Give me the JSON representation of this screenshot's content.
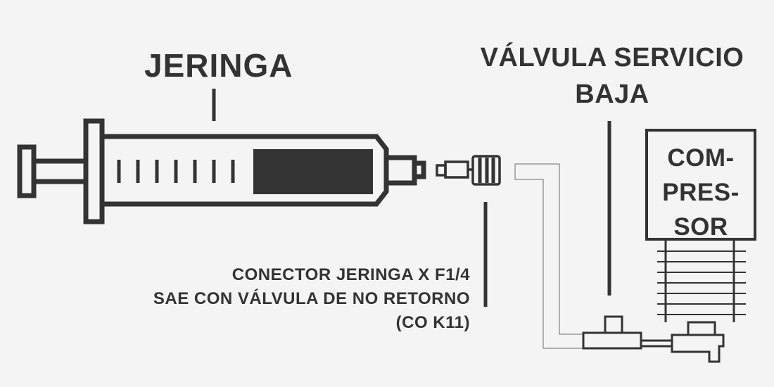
{
  "labels": {
    "syringe": "JERINGA",
    "valve_line1": "VÁLVULA SERVICIO",
    "valve_line2": "BAJA",
    "connector_line1": "CONECTOR JERINGA X F1/4",
    "connector_line2": "SAE CON VÁLVULA DE NO RETORNO",
    "connector_line3": "(CO K11)",
    "compressor_line1": "COM-",
    "compressor_line2": "PRES-",
    "compressor_line3": "SOR"
  },
  "colors": {
    "background": "#f4f4f4",
    "ink": "#333333",
    "hose": "#999999"
  }
}
